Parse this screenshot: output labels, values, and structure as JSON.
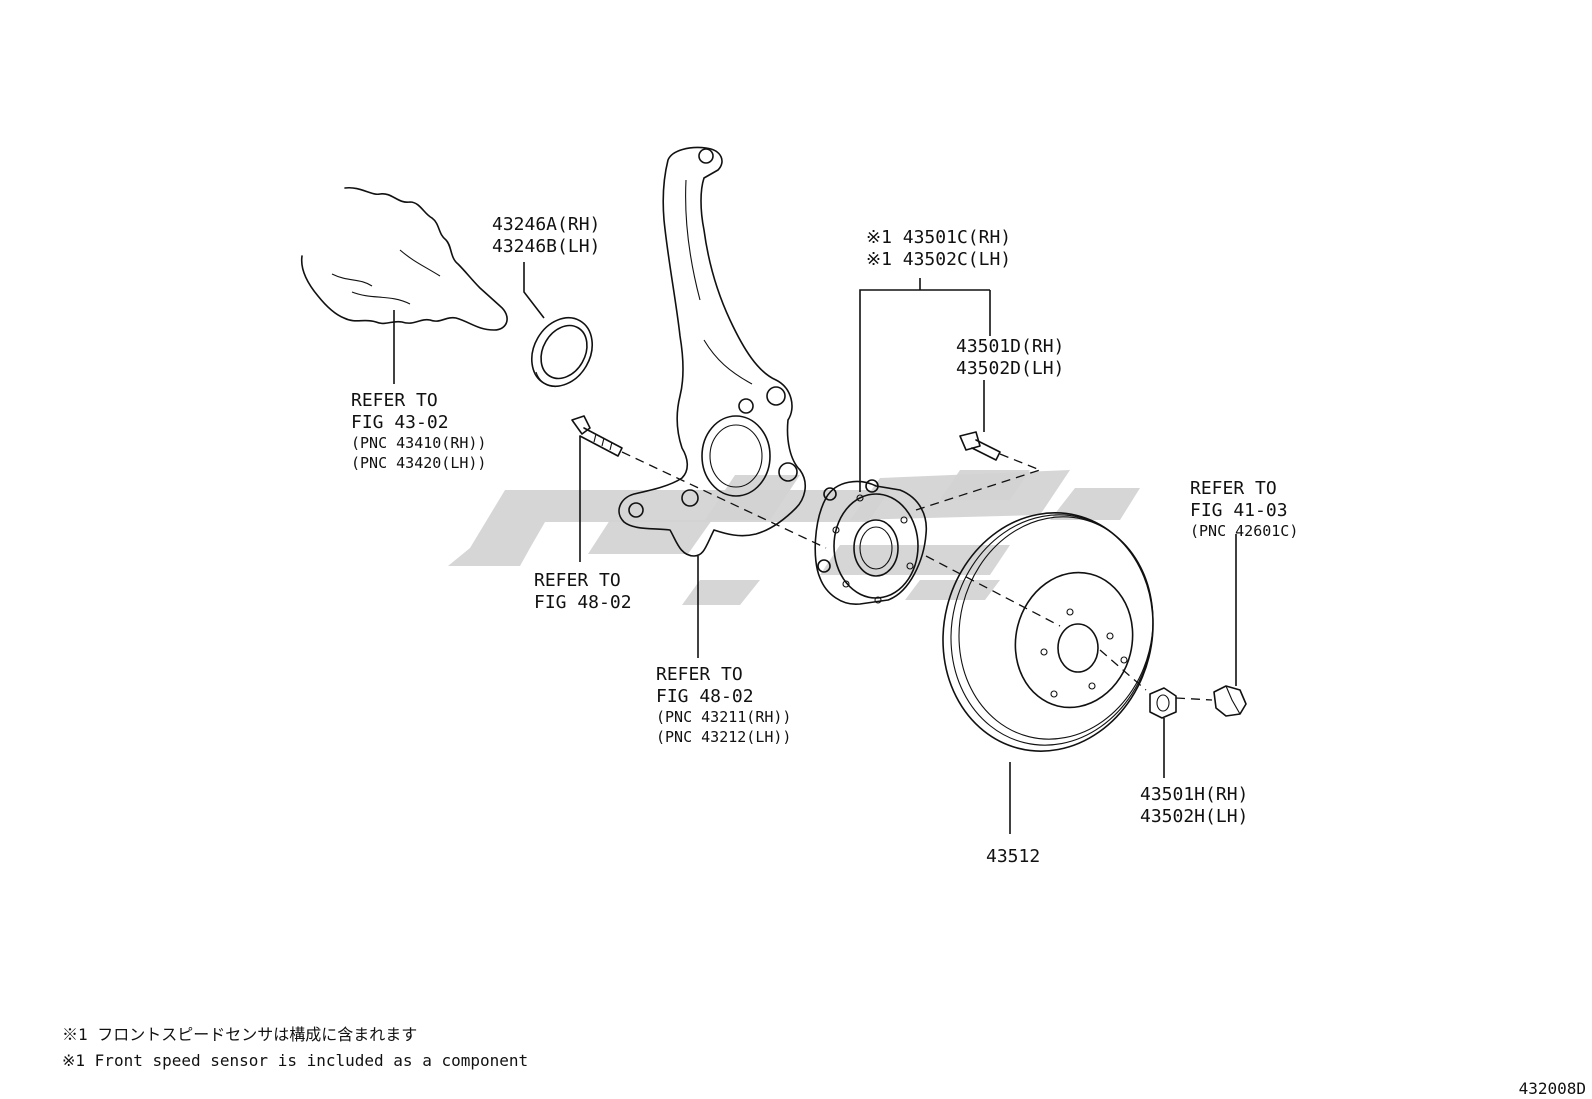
{
  "callouts": {
    "seal": [
      "43246A(RH)",
      "43246B(LH)"
    ],
    "hub_assy": [
      "※1 43501C(RH)",
      "※1 43502C(LH)"
    ],
    "hub_bolt": [
      "43501D(RH)",
      "43502D(LH)"
    ],
    "hub_nut": [
      "43501H(RH)",
      "43502H(LH)"
    ],
    "disc": "43512",
    "refer_43_02": [
      "REFER TO",
      "FIG 43-02",
      "(PNC 43410(RH))",
      "(PNC 43420(LH))"
    ],
    "refer_48_02_bolt": [
      "REFER TO",
      "FIG 48-02"
    ],
    "refer_48_02_knuckle": [
      "REFER TO",
      "FIG 48-02",
      "(PNC 43211(RH))",
      "(PNC 43212(LH))"
    ],
    "refer_41_03": [
      "REFER TO",
      "FIG 41-03",
      "(PNC 42601C)"
    ]
  },
  "notes": [
    "※1 フロントスピードセンサは構成に含まれます",
    "※1 Front speed sensor is included  as a component"
  ],
  "figure_id": "432008D",
  "colors": {
    "line": "#111111",
    "watermark": "#d3d3d3",
    "background": "#ffffff"
  }
}
